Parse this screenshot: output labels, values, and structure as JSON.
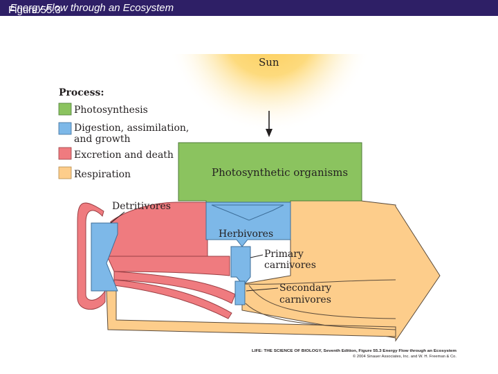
{
  "header": {
    "figure_number": "Figure 55.3",
    "figure_title": "Energy Flow through an Ecosystem"
  },
  "diagram": {
    "sun_label": "Sun",
    "legend": {
      "title": "Process:",
      "items": [
        {
          "lines": [
            "Photosynthesis"
          ],
          "color": "#8bc35f"
        },
        {
          "lines": [
            "Digestion, assimilation,",
            "and growth"
          ],
          "color": "#7db8e8"
        },
        {
          "lines": [
            "Excretion and death"
          ],
          "color": "#ef7b7f"
        },
        {
          "lines": [
            "Respiration"
          ],
          "color": "#fdcd8b"
        }
      ]
    },
    "nodes": {
      "photosynthetic": "Photosynthetic organisms",
      "herbivores": "Herbivores",
      "primary": [
        "Primary",
        "carnivores"
      ],
      "secondary": [
        "Secondary",
        "carnivores"
      ],
      "detritivores": "Detritivores"
    },
    "colors": {
      "sun": "#fdd35e",
      "photosynthesis": "#8bc35f",
      "digestion": "#7db8e8",
      "excretion": "#ef7b7f",
      "respiration": "#fdcd8b"
    }
  },
  "credit": {
    "line1": "LIFE: THE SCIENCE OF BIOLOGY, Seventh Edition, Figure 55.3 Energy Flow through an Ecosystem",
    "line2": "© 2004 Sinauer Associates, Inc. and W. H. Freeman & Co."
  }
}
